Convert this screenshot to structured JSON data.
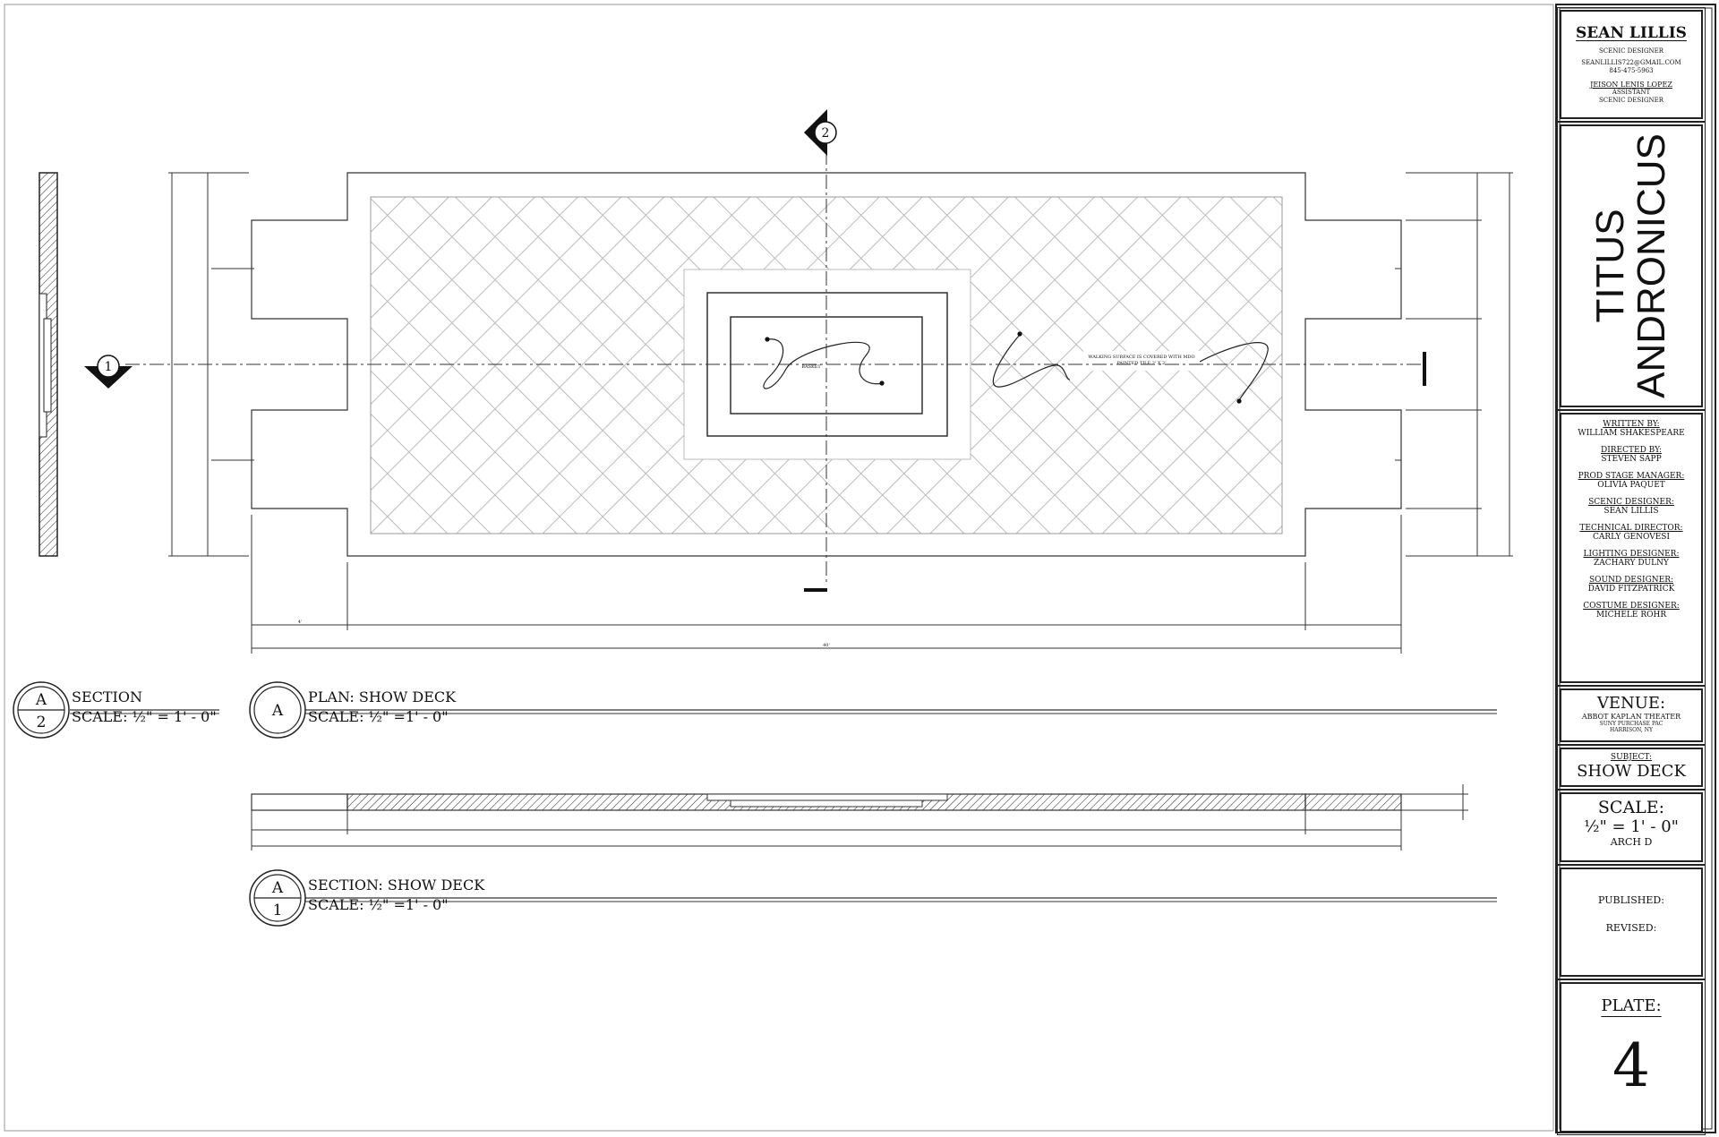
{
  "designer": {
    "name": "SEAN LILLIS",
    "role": "SCENIC DESIGNER",
    "email": "SEANLILLIS722@GMAIL.COM",
    "phone": "845-475-5963",
    "assistant_name": "JEISON LENIS LOPEZ",
    "assistant_role1": "ASSISTANT",
    "assistant_role2": "SCENIC DESIGNER"
  },
  "show": {
    "line1": "TITUS",
    "line2": "ANDRONICUS"
  },
  "credits": [
    {
      "role": "WRITTEN BY:",
      "name": "WILLIAM SHAKESPEARE"
    },
    {
      "role": "DIRECTED BY:",
      "name": "STEVEN SAPP"
    },
    {
      "role": "PROD STAGE MANAGER:",
      "name": "OLIVIA PAQUET"
    },
    {
      "role": "SCENIC DESIGNER:",
      "name": "SEAN LILLIS"
    },
    {
      "role": "TECHNICAL DIRECTOR:",
      "name": "CARLY GENOVESI"
    },
    {
      "role": "LIGHTING DESIGNER:",
      "name": "ZACHARY DULNY"
    },
    {
      "role": "SOUND DESIGNER:",
      "name": "DAVID FITZPATRICK"
    },
    {
      "role": "COSTUME DESIGNER:",
      "name": "MICHELE ROHR"
    }
  ],
  "venue": {
    "label": "VENUE:",
    "name": "ABBOT KAPLAN THEATER",
    "line2": "SUNY PURCHASE PAC",
    "line3": "HARRISON, NY"
  },
  "subject": {
    "label": "SUBJECT:",
    "value": "SHOW DECK"
  },
  "scale": {
    "label": "SCALE:",
    "value": "½\" = 1' - 0\"",
    "paper": "ARCH D"
  },
  "publish": {
    "published": "PUBLISHED:",
    "revised": "REVISED:"
  },
  "plate": {
    "label": "PLATE:",
    "number": "4"
  },
  "views": [
    {
      "top": "A",
      "bottom": "2",
      "title": "SECTION",
      "scale": "SCALE: ½\" = 1' - 0\""
    },
    {
      "top": "A",
      "bottom": "",
      "title": "PLAN: SHOW DECK",
      "scale": "SCALE: ½\" =1' -  0\""
    },
    {
      "top": "A",
      "bottom": "1",
      "title": "SECTION: SHOW DECK",
      "scale": "SCALE: ½\" =1' -  0\""
    }
  ],
  "markers": {
    "cut1": "1",
    "cut2": "2"
  },
  "notes": {
    "walking": "WALKING SURFACE IS COVERED WITH MDO",
    "walking2": "PAINTED TILE 2' X 2'",
    "basket": "BASKET",
    "dim_overall": "40'",
    "dim_side": "4'"
  }
}
